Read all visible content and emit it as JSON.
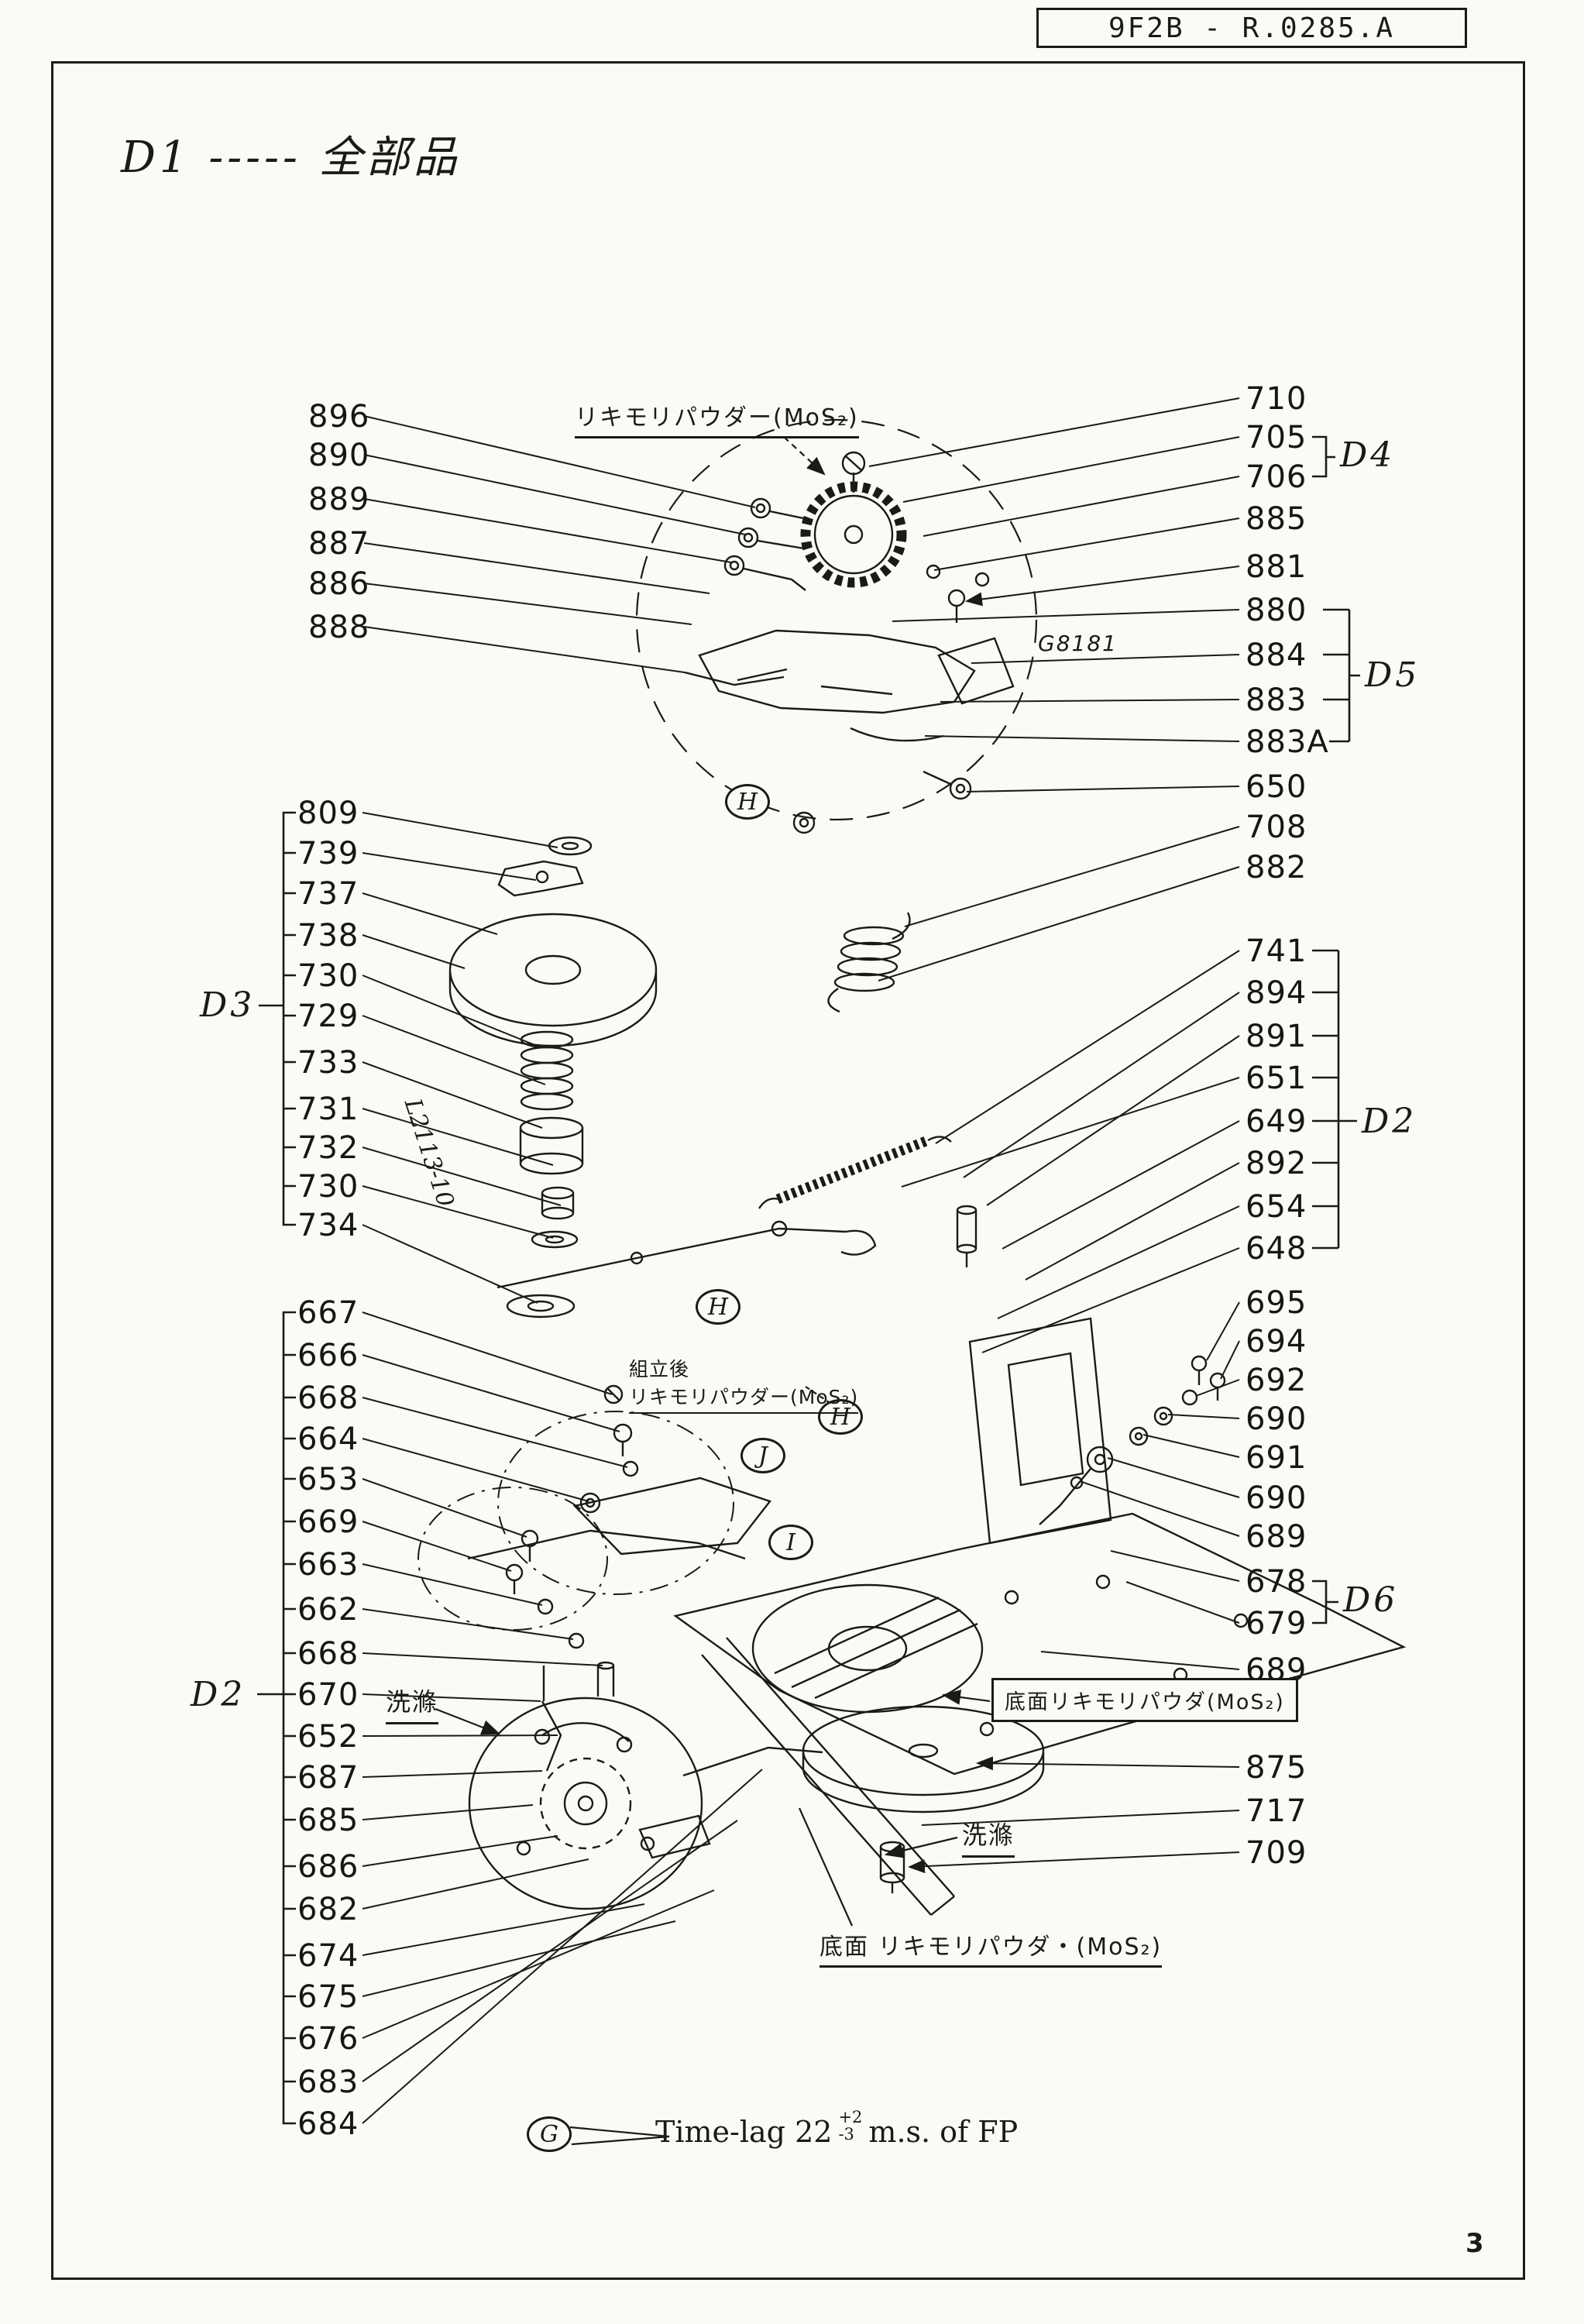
{
  "doc": {
    "ref": "9F2B - R.0285.A",
    "title": "D1 ----- 全部品",
    "page": "3",
    "drawing_code": "G8181",
    "part_code": "L2113-10"
  },
  "groups": {
    "d3": "D3",
    "d2_left": "D2",
    "d4": "D4",
    "d5": "D5",
    "d2_right": "D2",
    "d6": "D6"
  },
  "callouts": {
    "top_left": [
      "896",
      "890",
      "889",
      "887",
      "886",
      "888"
    ],
    "d3": [
      "809",
      "739",
      "737",
      "738",
      "730",
      "729",
      "733",
      "731",
      "732",
      "730",
      "734"
    ],
    "d2_left": [
      "667",
      "666",
      "668",
      "664",
      "653",
      "669",
      "663",
      "662",
      "668",
      "670",
      "652",
      "687",
      "685",
      "686",
      "682",
      "674",
      "675",
      "676",
      "683",
      "684"
    ],
    "right_top": [
      "710",
      "705",
      "706",
      "885",
      "881",
      "880",
      "884",
      "883",
      "883A",
      "650",
      "708",
      "882"
    ],
    "right_mid": [
      "741",
      "894",
      "891",
      "651",
      "649",
      "892",
      "654",
      "648"
    ],
    "right_low": [
      "695",
      "694",
      "692",
      "690",
      "691",
      "690",
      "689",
      "678",
      "679",
      "689"
    ],
    "right_bottom": [
      "875",
      "717",
      "709"
    ]
  },
  "annotations": {
    "powder_top": "リキモリパウダー(MoS₂)",
    "assembly_line1": "組立後",
    "assembly_line2": "リキモリパウダー(MoS₂)",
    "wash_left": "洗滌",
    "wash_right": "洗滌",
    "bottom_powder_boxed": "底面リキモリパウダ(MoS₂)",
    "bottom_powder_plain": "底面 リキモリパウダ・(MoS₂)",
    "timelag_prefix": "Time-lag 22",
    "timelag_sup": "+2",
    "timelag_sub": "-3",
    "timelag_suffix": "m.s. of FP"
  },
  "circled": {
    "h1": "H",
    "h2": "H",
    "h3": "H",
    "j": "J",
    "i": "I",
    "g": "G"
  }
}
